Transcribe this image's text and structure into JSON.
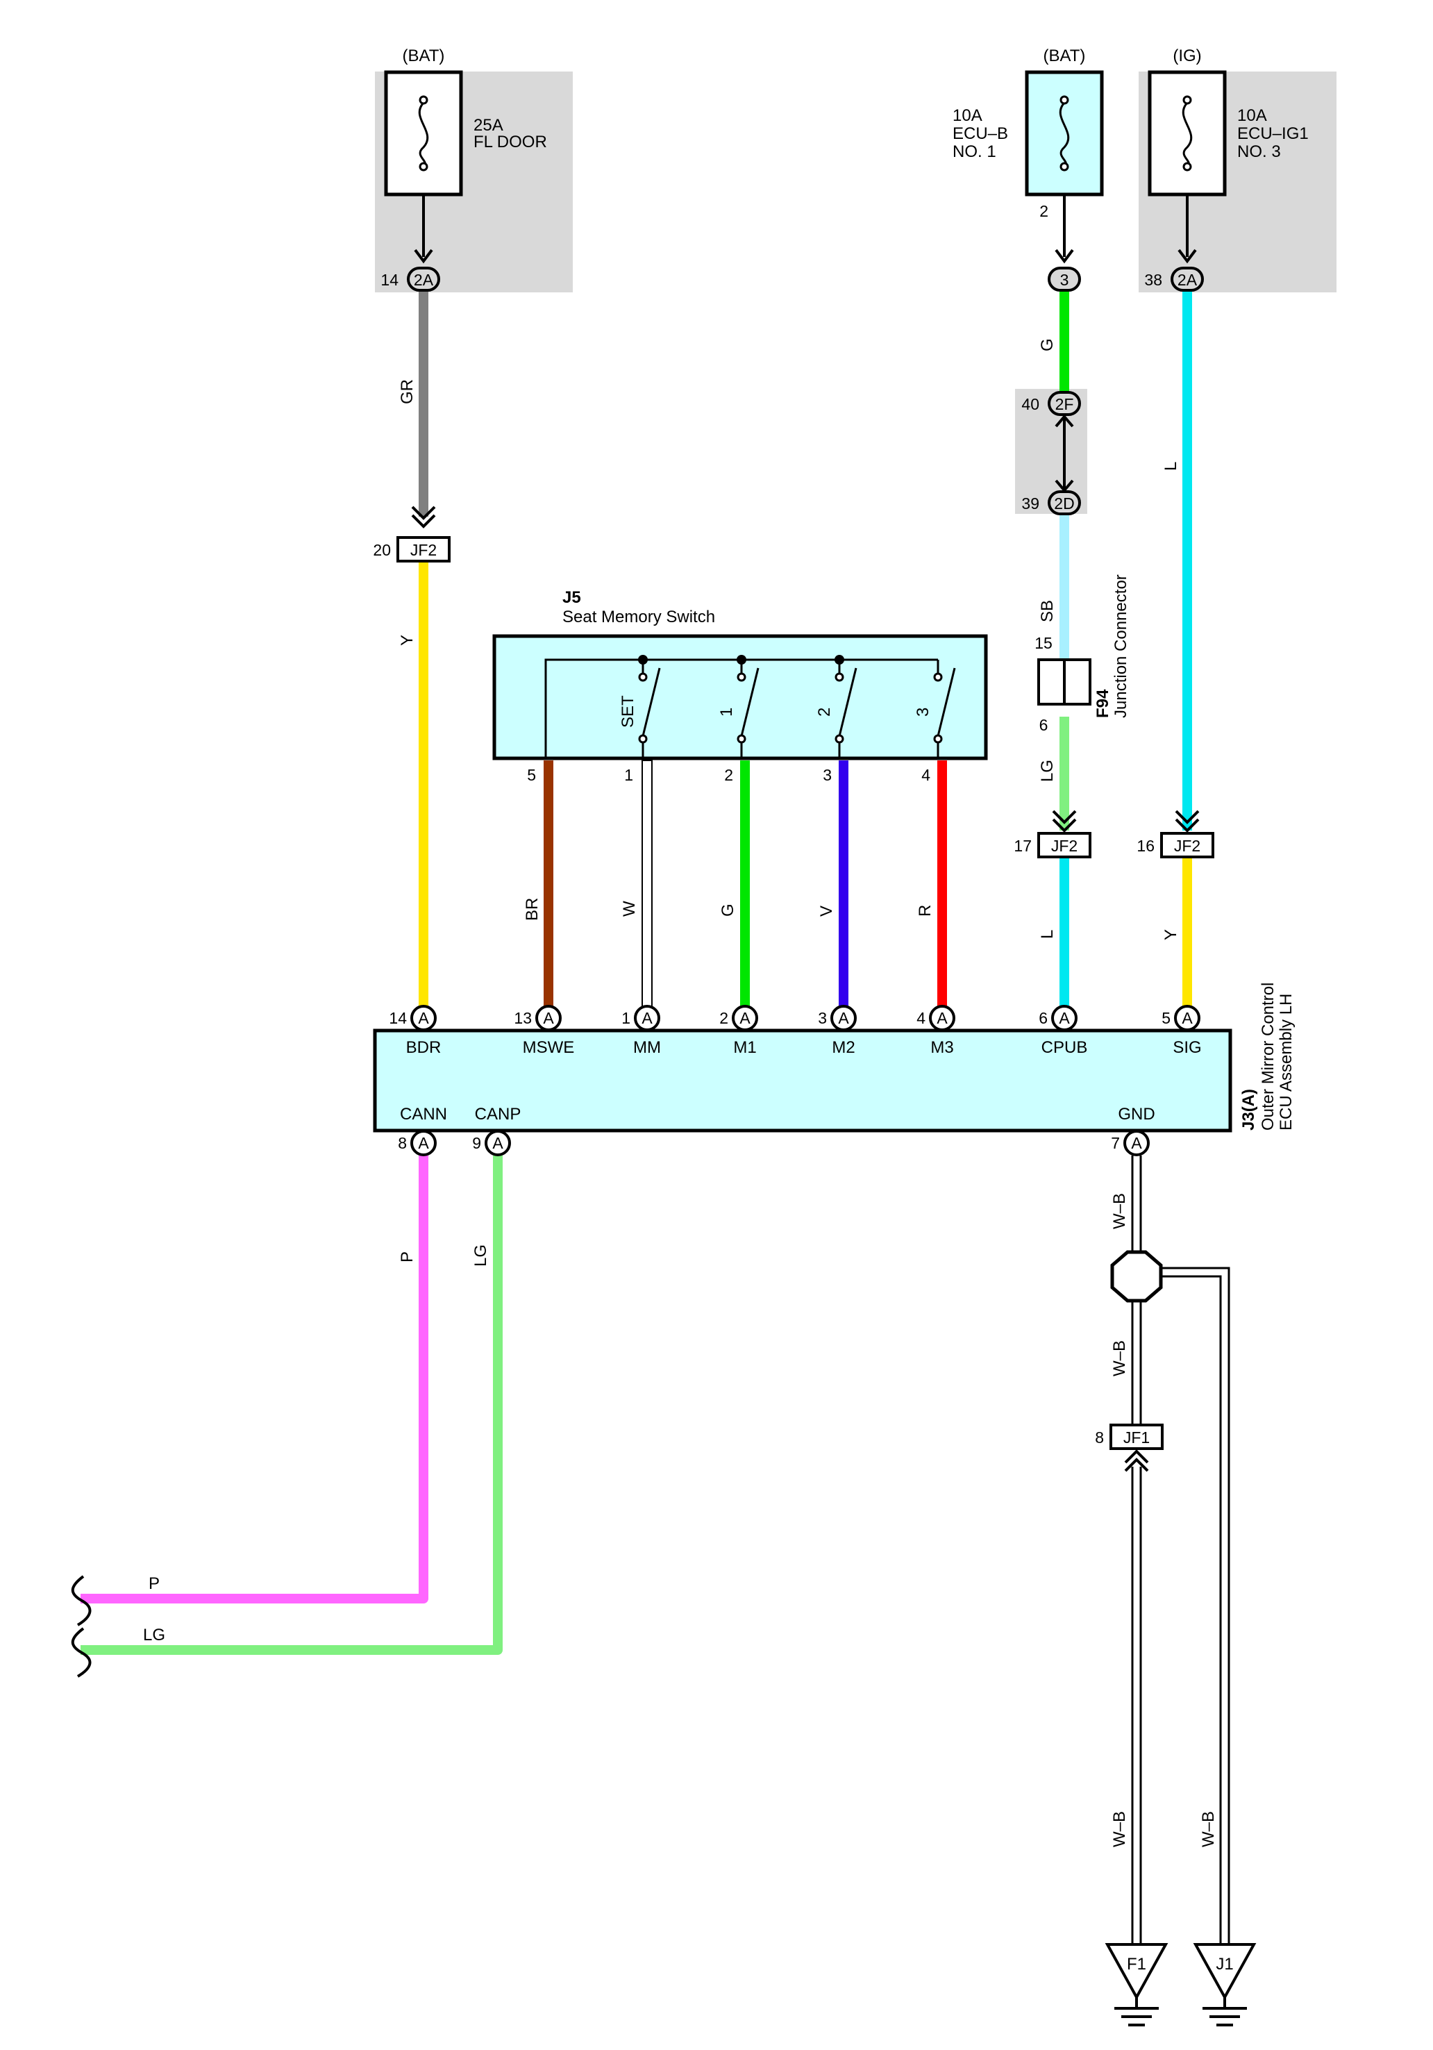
{
  "fuses": [
    {
      "source": "(BAT)",
      "amps": "25A",
      "name_lines": [
        "FL DOOR"
      ],
      "out_pin": ""
    },
    {
      "source": "(BAT)",
      "amps": "10A",
      "name_lines": [
        "ECU–B",
        "NO. 1"
      ],
      "out_pin": "2"
    },
    {
      "source": "(IG)",
      "amps": "10A",
      "name_lines": [
        "ECU–IG1",
        "NO. 3"
      ],
      "out_pin": ""
    }
  ],
  "connectors": [
    {
      "pin": "14",
      "code": "2A"
    },
    {
      "pin": "",
      "code": "3"
    },
    {
      "pin": "38",
      "code": "2A"
    },
    {
      "pin": "40",
      "code": "2F"
    },
    {
      "pin": "39",
      "code": "2D"
    },
    {
      "pin": "20",
      "code": "JF2"
    },
    {
      "pin": "17",
      "code": "JF2"
    },
    {
      "pin": "16",
      "code": "JF2"
    },
    {
      "pin": "8",
      "code": "JF1"
    }
  ],
  "junction_connector": {
    "code": "F94",
    "name": "Junction Connector",
    "pin_top": "15",
    "pin_bottom": "6"
  },
  "seat_memory_switch": {
    "code": "J5",
    "name": "Seat Memory Switch",
    "switch_labels": [
      "SET",
      "1",
      "2",
      "3"
    ],
    "pins": [
      "5",
      "1",
      "2",
      "3",
      "4"
    ]
  },
  "ecu": {
    "code": "J3(A)",
    "name_lines": [
      "Outer Mirror Control",
      "ECU Assembly LH"
    ],
    "connector_letter": "A",
    "top_terminals": [
      {
        "pin": "14",
        "name": "BDR"
      },
      {
        "pin": "13",
        "name": "MSWE"
      },
      {
        "pin": "1",
        "name": "MM"
      },
      {
        "pin": "2",
        "name": "M1"
      },
      {
        "pin": "3",
        "name": "M2"
      },
      {
        "pin": "4",
        "name": "M3"
      },
      {
        "pin": "6",
        "name": "CPUB"
      },
      {
        "pin": "5",
        "name": "SIG"
      }
    ],
    "bottom_terminals": [
      {
        "pin": "8",
        "name": "CANN"
      },
      {
        "pin": "9",
        "name": "CANP"
      },
      {
        "pin": "7",
        "name": "GND"
      }
    ]
  },
  "wire_labels": {
    "fl_door_upper": "GR",
    "fl_door_lower": "Y",
    "ecub_upper": "G",
    "ecub_mid": "SB",
    "ecub_lower1": "LG",
    "ecub_lower2": "L",
    "ig1_upper": "L",
    "ig1_lower": "Y",
    "sw_pin5": "BR",
    "sw_pin1": "W",
    "sw_pin2": "G",
    "sw_pin3": "V",
    "sw_pin4": "R",
    "cann": "P",
    "canp": "LG",
    "gnd_1": "W–B",
    "gnd_2": "W–B",
    "gnd_3": "W–B",
    "gnd_4": "W–B",
    "can_p_end": "P",
    "can_lg_end": "LG"
  },
  "grounds": [
    "F1",
    "J1"
  ],
  "colors": {
    "GR": "#808080",
    "Y": "#ffe600",
    "G": "#00e600",
    "SB": "#a8f0ff",
    "LG": "#80f080",
    "L": "#00e8f0",
    "BR": "#993300",
    "V": "#3300ee",
    "R": "#ff0000",
    "P": "#ff66ff",
    "component_fill": "#ccffff",
    "shade": "#d9d9d9"
  }
}
